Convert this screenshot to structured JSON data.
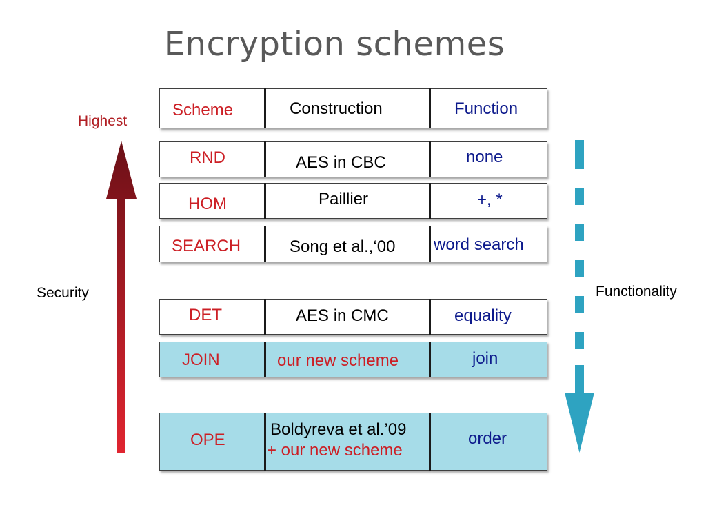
{
  "title": "Encryption schemes",
  "left_axis": {
    "top_label": "Highest",
    "label": "Security"
  },
  "right_axis": {
    "label": "Functionality"
  },
  "header": {
    "scheme": "Scheme",
    "construction": "Construction",
    "function": "Function"
  },
  "rows": [
    {
      "scheme": "RND",
      "construction": "AES in CBC",
      "function": "none",
      "highlight": false
    },
    {
      "scheme": "HOM",
      "construction": "Paillier",
      "function": "+, *",
      "highlight": false
    },
    {
      "scheme": "SEARCH",
      "construction": "Song et al.,‘00",
      "function": "word search",
      "highlight": false
    },
    {
      "scheme": "DET",
      "construction": "AES in CMC",
      "function": "equality",
      "highlight": false
    },
    {
      "scheme": "JOIN",
      "construction": "our new scheme",
      "function": "join",
      "highlight": true
    },
    {
      "scheme": "OPE",
      "construction": "Boldyreva et al.’09",
      "construction_extra": "+ our new scheme",
      "function": "order",
      "highlight": true
    }
  ],
  "colors": {
    "title": "#595959",
    "scheme_text": "#cc1f25",
    "function_text": "#0d1a8c",
    "highlight_fill": "#a6dce8",
    "security_arrow_top": "#6b1017",
    "security_arrow_bottom": "#e02530",
    "functionality_arrow": "#2ea3c1"
  }
}
